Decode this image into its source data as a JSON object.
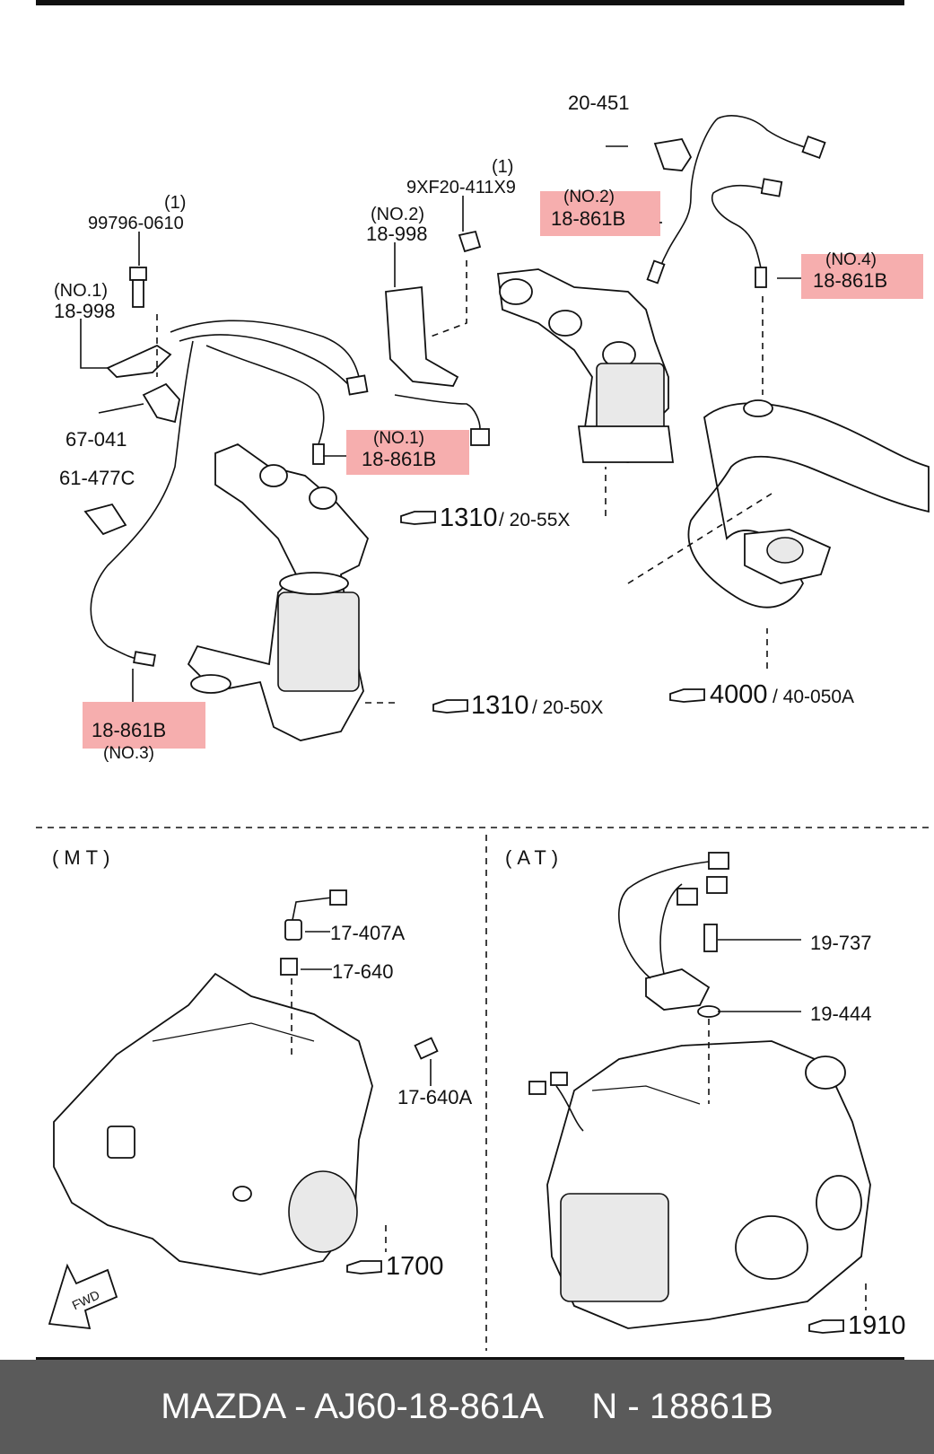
{
  "labels": {
    "l_20_451": "20-451",
    "l_9xf_qty": "(1)",
    "l_9xf": "9XF20-411X9",
    "l_no2_top": "(NO.2)",
    "l_18998_top": "18-998",
    "l_99796_qty": "(1)",
    "l_99796": "99796-0610",
    "l_no1_bracket": "(NO.1)",
    "l_18998_left": "18-998",
    "l_67041": "67-041",
    "l_61477c": "61-477C",
    "l_no1_sensor": "(NO.1)",
    "l_18861b_no1": "18-861B",
    "l_no2_sensor": "(NO.2)",
    "l_18861b_no2": "18-861B",
    "l_no4_sensor": "(NO.4)",
    "l_18861b_no4": "18-861B",
    "l_18861b_no3": "18-861B",
    "l_no3_sensor": "(NO.3)",
    "ref_1310_a": "1310",
    "ref_2055x": "/ 20-55X",
    "ref_1310_b": "1310",
    "ref_2050x": "/ 20-50X",
    "ref_4000": "4000",
    "ref_40050a": "/ 40-050A",
    "mt": "(MT)",
    "at": "(AT)",
    "l_17407a": "17-407A",
    "l_17640": "17-640",
    "l_17640a": "17-640A",
    "ref_1700": "1700",
    "l_19737": "19-737",
    "l_19444": "19-444",
    "ref_1910": "1910",
    "fwd": "FWD"
  },
  "footer": "MAZDA - AJ60-18-861A     N - 18861B",
  "colors": {
    "highlight": "#f28b8b",
    "footer_bg": "#5a5a5a",
    "line": "#111111"
  },
  "icons": [
    "pointing-hand-icon",
    "fwd-arrow-icon"
  ]
}
